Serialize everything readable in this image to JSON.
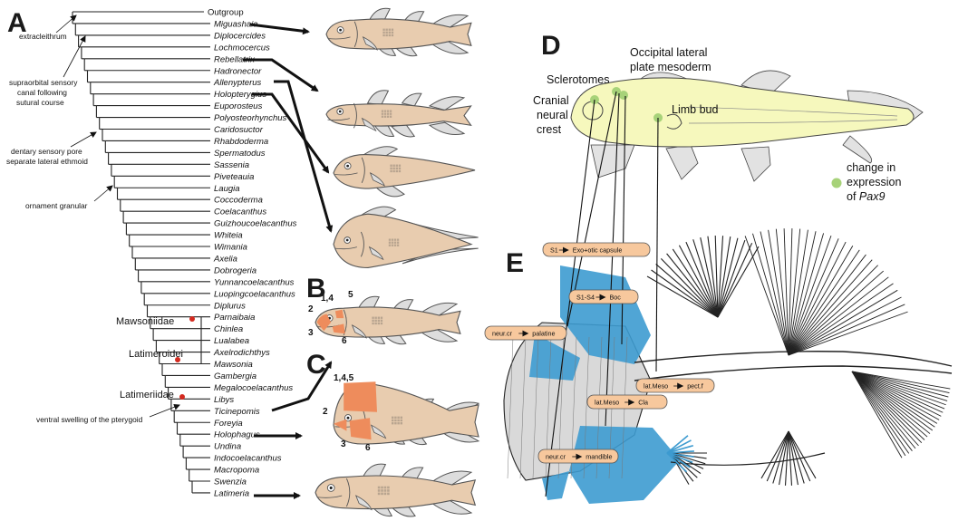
{
  "panels": {
    "a": "A",
    "b": "B",
    "c": "C",
    "d": "D",
    "e": "E"
  },
  "taxa": [
    "Outgroup",
    "Miguashaia",
    "Diplocercides",
    "Lochmocercus",
    "Rebellatrix",
    "Hadronector",
    "Allenypterus",
    "Holopterygius",
    "Euporosteus",
    "Polyosteorhynchus",
    "Caridosuctor",
    "Rhabdoderma",
    "Spermatodus",
    "Sassenia",
    "Piveteauia",
    "Laugia",
    "Coccoderma",
    "Coelacanthus",
    "Guizhoucoelacanthus",
    "Whiteia",
    "Wimania",
    "Axelia",
    "Dobrogeria",
    "Yunnancoelacanthus",
    "Luopingcoelacanthus",
    "Diplurus",
    "Parnaibaia",
    "Chinlea",
    "Lualabea",
    "Axelrodichthys",
    "Mawsonia",
    "Gambergia",
    "Megalocoelacanthus",
    "Libys",
    "Ticinepomis",
    "Foreyia",
    "Holophagus",
    "Undina",
    "Indocoelacanthus",
    "Macropoma",
    "Swenzia",
    "Latimeria"
  ],
  "tree_annotations": {
    "extracleithrum": "extracleithrum",
    "supraorbital": [
      "supraorbital sensory",
      "canal following",
      "sutural course"
    ],
    "dentary": [
      "dentary sensory pore",
      "separate lateral ethmoid"
    ],
    "ornament": "ornament granular",
    "ventral": "ventral swelling of the pterygoid"
  },
  "clades": {
    "mawsoniidae": "Mawsoniidae",
    "latimeroidei": "Latimeroidei",
    "latimeriidae": "Latimeriidae"
  },
  "panel_b_numbers": {
    "top": "1,4",
    "top2": "5",
    "left": "2",
    "low": "3",
    "bottom": "6"
  },
  "panel_c_numbers": {
    "top": "1,4,5",
    "left": "2",
    "low": "3",
    "bottom": "6"
  },
  "panel_d": {
    "labels": {
      "sclerotomes": "Sclerotomes",
      "occipital": [
        "Occipital lateral",
        "plate mesoderm"
      ],
      "cranial": [
        "Cranial",
        "neural",
        "crest"
      ],
      "limb": "Limb bud"
    },
    "legend": [
      "change in",
      "expression",
      "of "
    ],
    "legend_gene": "Pax9"
  },
  "panel_e_labels": [
    {
      "from": "S1",
      "to": "Exo+otic capsule"
    },
    {
      "from": "S1-S4",
      "to": "Boc"
    },
    {
      "from": "neur.cr",
      "to": "palatine"
    },
    {
      "from": "lat.Meso",
      "to": "pect.f"
    },
    {
      "from": "lat.Meso",
      "to": "Cla"
    },
    {
      "from": "neur.cr",
      "to": "mandible"
    }
  ],
  "colors": {
    "fish_fill": "#e8ccaf",
    "embryo_fill": "#f6f8bd",
    "highlight": "#ee8c5c",
    "blue": "#3d9bd0",
    "dot_red": "#d42a1f",
    "dot_green": "#a7d279",
    "pill_fill": "#f7c89d"
  }
}
